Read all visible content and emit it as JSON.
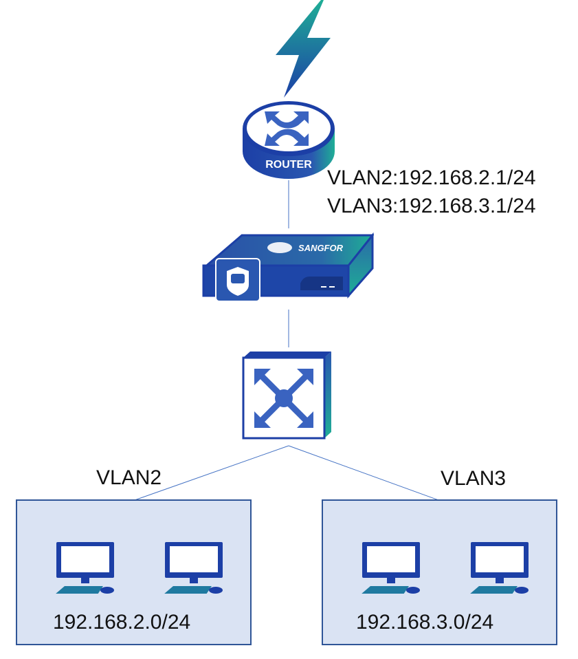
{
  "diagram": {
    "router": {
      "label": "ROUTER",
      "icon": "router-icon"
    },
    "internet": {
      "icon": "lightning-icon"
    },
    "firewall": {
      "brand": "SANGFOR",
      "icon": "sangfor-firewall-icon"
    },
    "switch": {
      "icon": "switch-icon"
    },
    "router_interfaces": [
      "VLAN2:192.168.2.1/24",
      "VLAN3:192.168.3.1/24"
    ],
    "vlans": [
      {
        "name": "VLAN2",
        "subnet": "192.168.2.0/24",
        "hosts": 2
      },
      {
        "name": "VLAN3",
        "subnet": "192.168.3.0/24",
        "hosts": 2
      }
    ],
    "colors": {
      "device_blue": "#2a4fa8",
      "device_teal": "#1fae96",
      "box_fill": "#dae3f3",
      "box_border": "#2f5597",
      "line": "#4472c4"
    }
  }
}
